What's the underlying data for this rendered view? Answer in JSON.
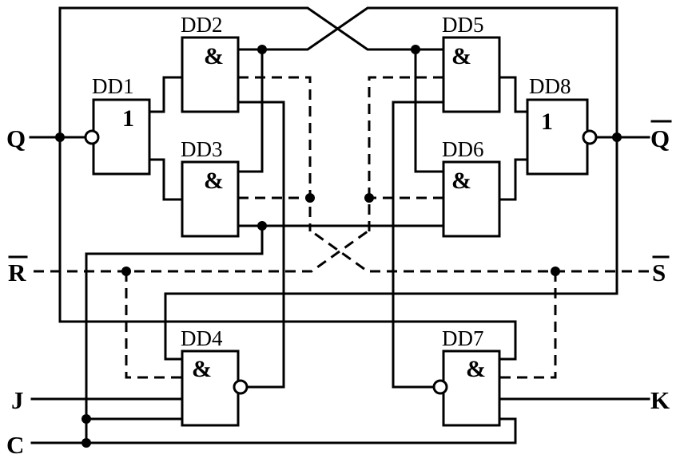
{
  "gates": {
    "dd1": {
      "name": "DD1",
      "symbol": "1"
    },
    "dd2": {
      "name": "DD2",
      "symbol": "&"
    },
    "dd3": {
      "name": "DD3",
      "symbol": "&"
    },
    "dd4": {
      "name": "DD4",
      "symbol": "&"
    },
    "dd5": {
      "name": "DD5",
      "symbol": "&"
    },
    "dd6": {
      "name": "DD6",
      "symbol": "&"
    },
    "dd7": {
      "name": "DD7",
      "symbol": "&"
    },
    "dd8": {
      "name": "DD8",
      "symbol": "1"
    }
  },
  "pins": {
    "q": "Q",
    "q_bar": "Q",
    "r_bar": "R",
    "s_bar": "S",
    "j": "J",
    "k": "K",
    "c": "C"
  }
}
